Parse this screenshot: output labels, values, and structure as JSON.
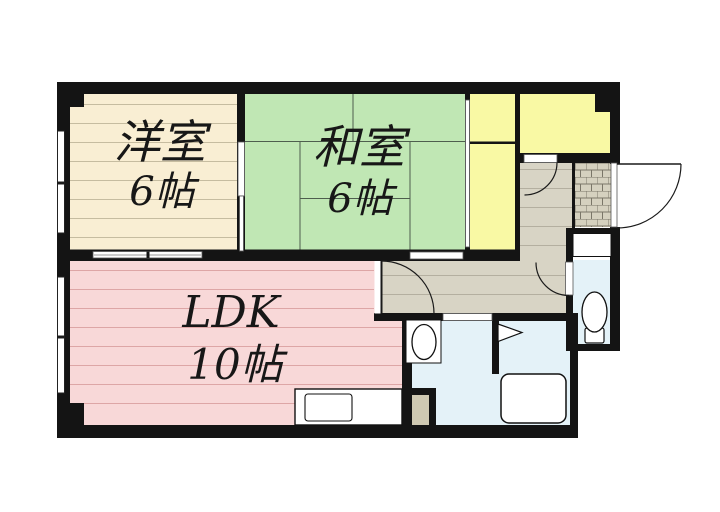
{
  "rooms": [
    {
      "label": "洋室",
      "size_label": "6帖",
      "fill": "#f9eed3"
    },
    {
      "label": "和室",
      "size_label": "6帖",
      "fill": "#c0e7b4"
    },
    {
      "label": "LDK",
      "size_label": "10帖",
      "fill": "#f8d8d8"
    }
  ],
  "areas": {
    "closet_fill": "#f9f9a4",
    "entry_room_fill": "#f9f9a4",
    "hallway_fill": "#d8d4c5",
    "entrance_brick_fill": "#d5d1bf",
    "wet_area_fill": "#e4f2f8",
    "toilet_fill": "#e4f2f8",
    "pipe_space_fill": "#cfc9b2",
    "wall_color": "#141414",
    "background": "#ffffff"
  }
}
